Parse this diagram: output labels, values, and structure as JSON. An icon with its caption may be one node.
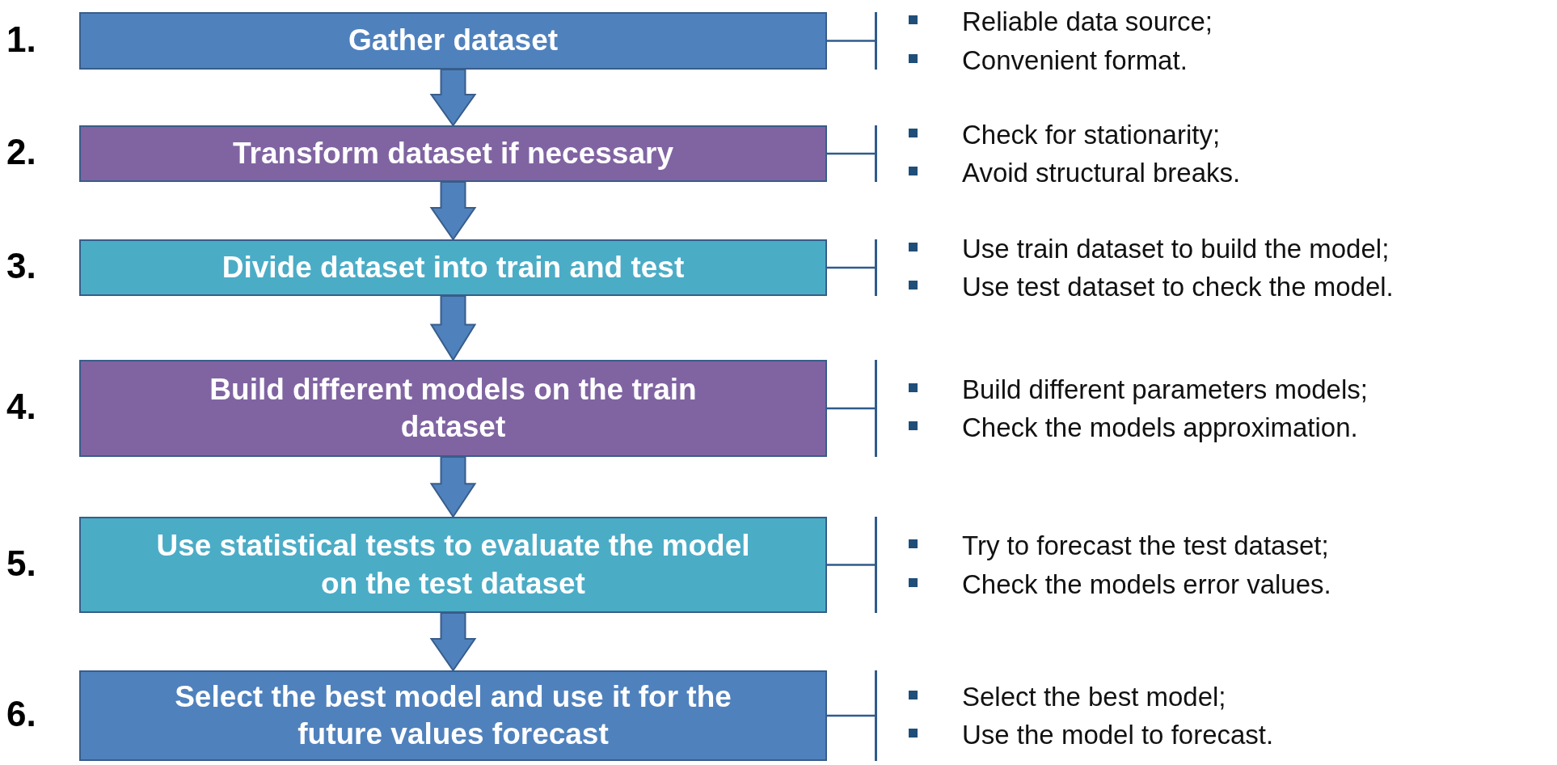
{
  "diagram": {
    "nodes": [
      {
        "text": [
          "Gather dataset"
        ],
        "beside": [
          "1."
        ]
      },
      {
        "text": [
          "Reliable data source;",
          "Convenient format."
        ]
      },
      {
        "text": [
          "Transform dataset if necessary"
        ],
        "beside": [
          "2."
        ]
      },
      {
        "text": [
          "Check for stationarity;",
          "Avoid structural breaks."
        ]
      },
      {
        "text": [
          "Divide dataset into train and test"
        ],
        "beside": [
          "3."
        ]
      },
      {
        "text": [
          "Use train dataset to build the model;",
          "Use test dataset to check the model."
        ]
      },
      {
        "text": [
          "Build different models on the train dataset"
        ],
        "beside": [
          "4."
        ]
      },
      {
        "text": [
          "Build different parameters models;",
          "Check the models approximation."
        ]
      },
      {
        "text": [
          "Use statistical tests to evaluate the model on the test dataset"
        ],
        "beside": [
          "5."
        ]
      },
      {
        "text": [
          "Try to forecast the test dataset;",
          "Check the models error values."
        ]
      },
      {
        "text": [
          "Select the best model and use it for the future values forecast"
        ],
        "beside": [
          "6."
        ]
      },
      {
        "text": [
          "Select the best model;",
          "Use the model to forecast."
        ]
      }
    ],
    "edges": [
      {
        "from": 0,
        "to": 1,
        "arrow": "other"
      },
      {
        "from": 0,
        "to": 2,
        "arrow": "to",
        "style": "thick"
      },
      {
        "from": 2,
        "to": 3,
        "arrow": "other"
      },
      {
        "from": 2,
        "to": 4,
        "arrow": "to",
        "style": "thick"
      },
      {
        "from": 4,
        "to": 5,
        "arrow": "other"
      },
      {
        "from": 4,
        "to": 6,
        "arrow": "to",
        "style": "thick"
      },
      {
        "from": 6,
        "to": 7,
        "arrow": "other"
      },
      {
        "from": 6,
        "to": 8,
        "arrow": "to",
        "style": "thick"
      },
      {
        "from": 8,
        "to": 9,
        "arrow": "other"
      },
      {
        "from": 8,
        "to": 10,
        "arrow": "to",
        "style": "thick"
      },
      {
        "from": 10,
        "to": 11,
        "arrow": "other"
      }
    ]
  }
}
